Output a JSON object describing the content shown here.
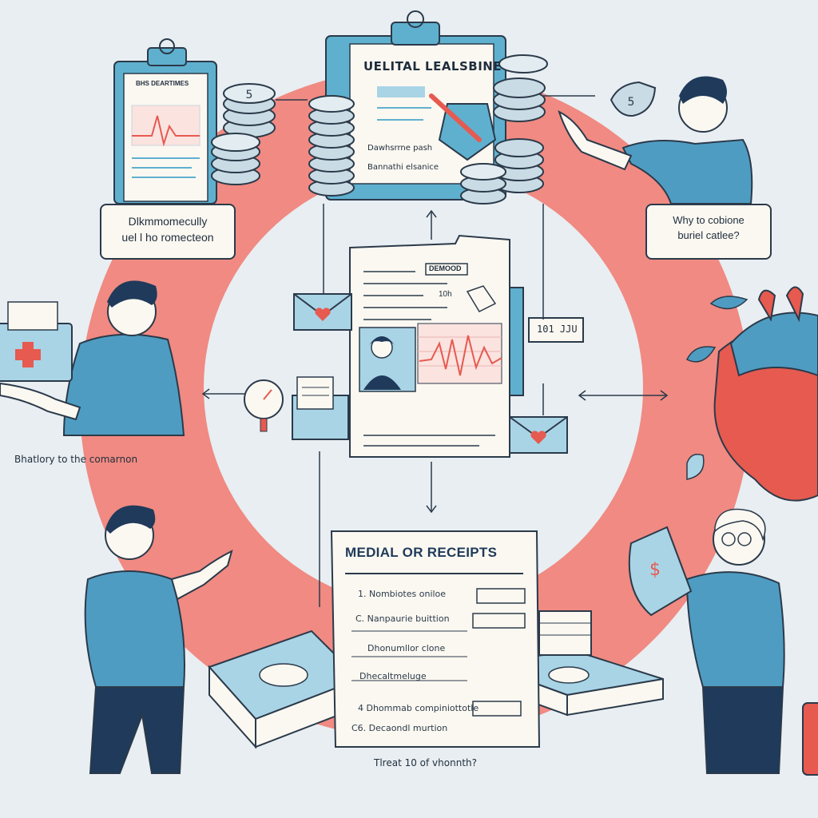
{
  "top_document": {
    "title": "UELITAL LEALSBINE",
    "line1": "Dawhsrrne pash",
    "line2": "Bannathi elsanice"
  },
  "left_clipboard": {
    "header": "BHS DEARTIMES"
  },
  "left_box": {
    "line1": "Dlkmmomecully",
    "line2": "uel l ho romecteon"
  },
  "right_box": {
    "line1": "Why to cobione",
    "line2": "buriel catlee?"
  },
  "top_right_bubble": "5",
  "coin_symbol": "5",
  "center_doc": {
    "tag": "DEMOOD",
    "side_text": "10h"
  },
  "date_label": "101 JJU",
  "left_caption": "Bhatlory to the comarnon",
  "receipt": {
    "title": "MEDIAL OR RECEIPTS",
    "items": [
      "1.  Nombiotes oniloe",
      "C.  Nanpaurie buittion",
      "Dhonumllor clone",
      "Dhecaltmeluge",
      "4  Dhommab compiniottotle",
      "C6.  Decaondl murtion"
    ]
  },
  "bottom_caption": "Tlreat 10 of vhonnth?",
  "colors": {
    "ring": "#f08a82",
    "background": "#e8eef2",
    "accent_blue": "#5fb0cf",
    "outline": "#2b3a4a",
    "paper": "#fbf8f1",
    "heart_red": "#e65a50"
  }
}
